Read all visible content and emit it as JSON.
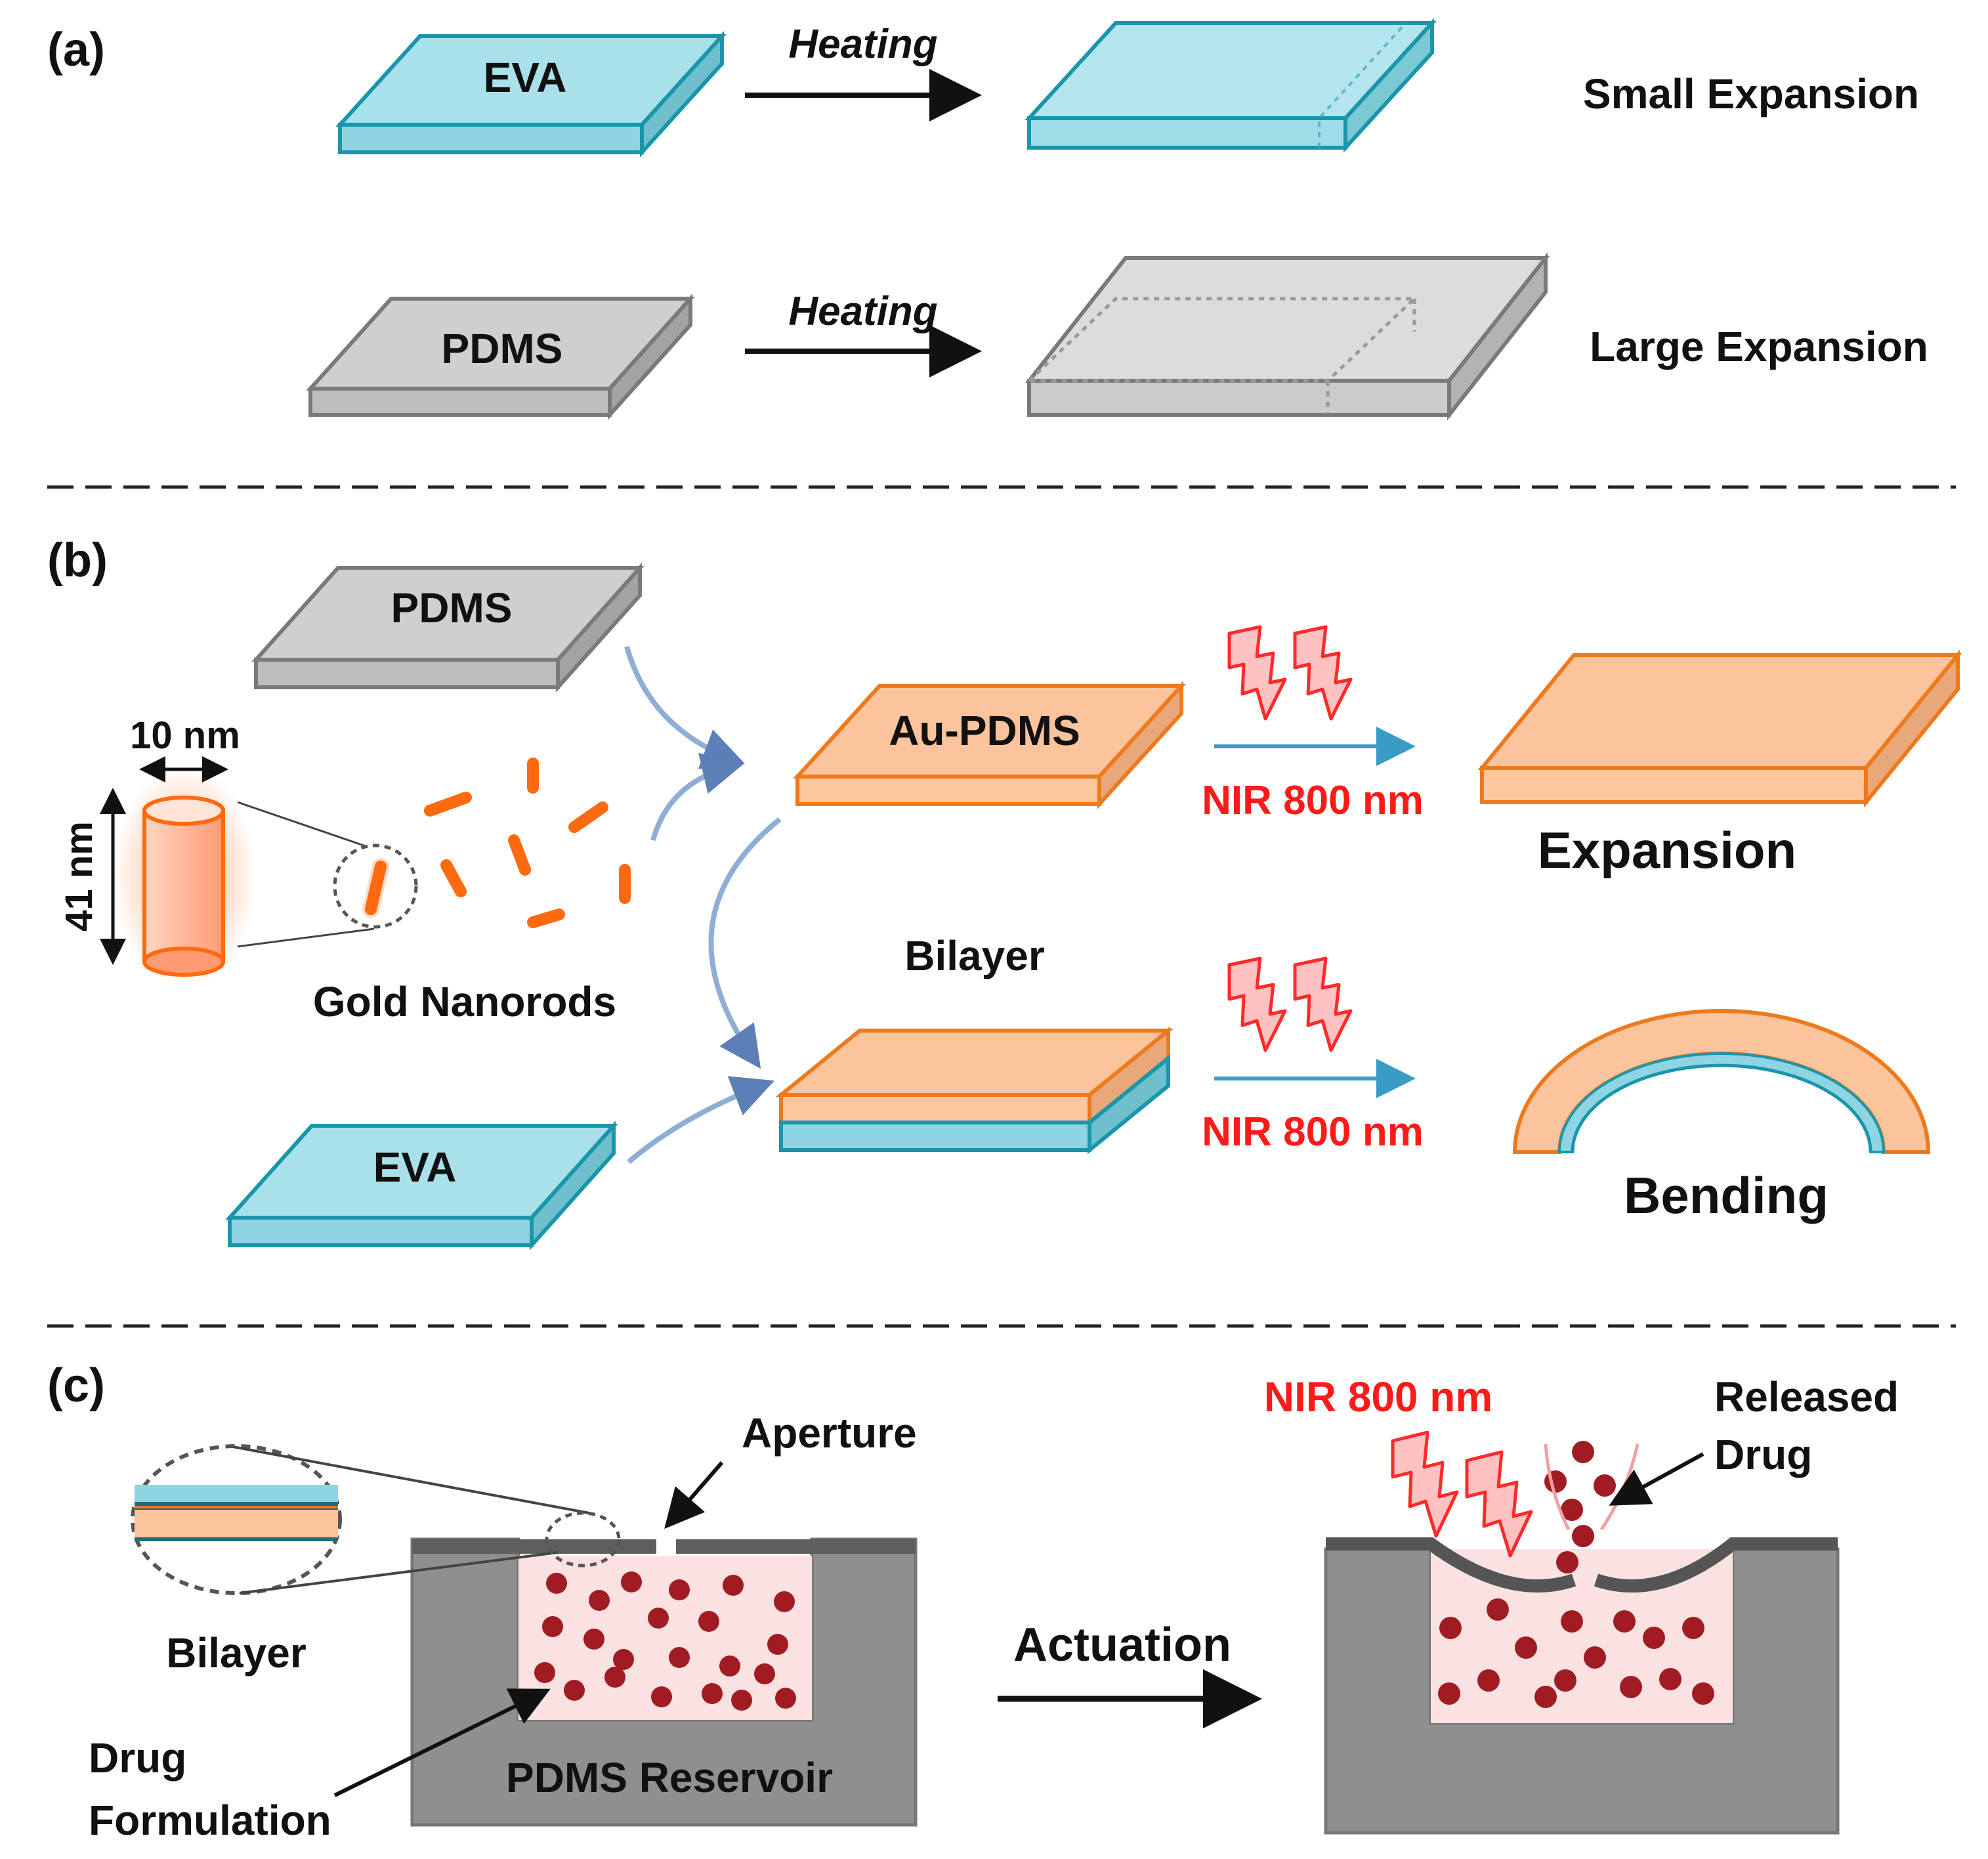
{
  "panel_a": {
    "label": "(a)",
    "eva": "EVA",
    "pdms": "PDMS",
    "heating_1": "Heating",
    "heating_2": "Heating",
    "small": "Small Expansion",
    "large": "Large Expansion"
  },
  "panel_b": {
    "label": "(b)",
    "pdms": "PDMS",
    "eva": "EVA",
    "au_pdms": "Au-PDMS",
    "bilayer": "Bilayer",
    "nir_1": "NIR 800 nm",
    "nir_2": "NIR 800 nm",
    "expansion": "Expansion",
    "bending": "Bending",
    "width": "10 nm",
    "length": "41 nm",
    "nanorods": "Gold Nanorods"
  },
  "panel_c": {
    "label": "(c)",
    "aperture": "Aperture",
    "bilayer": "Bilayer",
    "drug_1": "Drug",
    "drug_2": "Formulation",
    "reservoir": "PDMS Reservoir",
    "actuation": "Actuation",
    "nir": "NIR 800 nm",
    "released_1": "Released",
    "released_2": "Drug"
  },
  "colors": {
    "eva_fill": "#9fdde8",
    "eva_stroke": "#1a96ab",
    "pdms_fill": "#c9c9c9",
    "pdms_stroke": "#7a7a7a",
    "au_fill": "#fbc49c",
    "au_stroke": "#ee7a1e",
    "nir_red": "#ff1a1a",
    "drug_dot": "#a01c22",
    "reservoir_gray": "#8f8f8f"
  }
}
